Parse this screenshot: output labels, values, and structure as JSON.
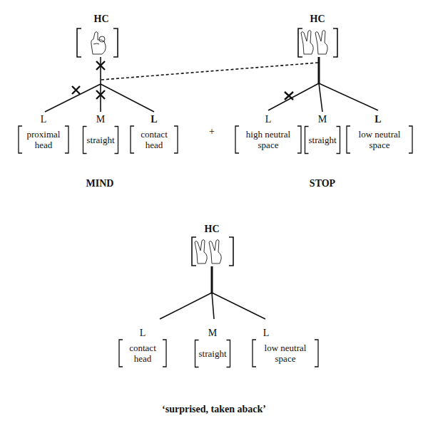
{
  "diagram": {
    "labels": [
      "HC",
      "HC",
      "L",
      "M",
      "L",
      "proximal head",
      "straight",
      "contact head",
      "+",
      "L",
      "M",
      "L",
      "high neutral space",
      "straight",
      "low neutral space",
      "MIND",
      "STOP",
      "HC",
      "L",
      "M",
      "L",
      "contact head",
      "straight",
      "low neutral space",
      "‘surprised, taken aback’"
    ]
  }
}
